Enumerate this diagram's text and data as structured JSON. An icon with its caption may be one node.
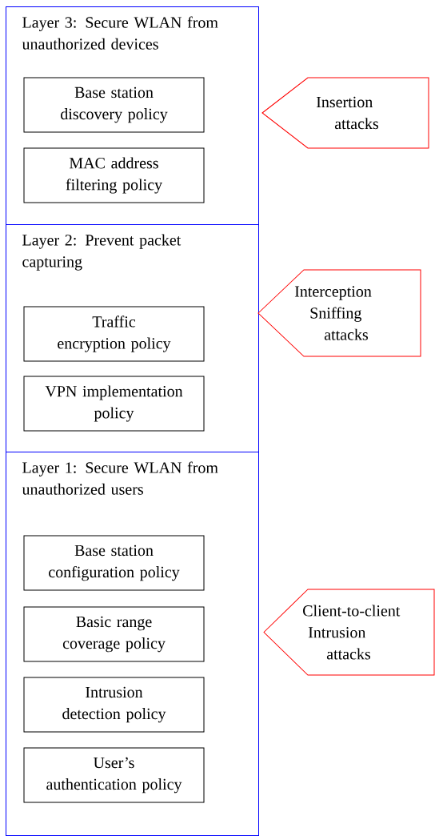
{
  "diagram": {
    "nodes": [
      {
        "text": [
          "Layer 3: Secure WLAN from unauthorized devices"
        ]
      },
      {
        "text": [
          "Base station discovery policy"
        ],
        "in": 0
      },
      {
        "text": [
          "MAC address filtering policy"
        ],
        "in": 0
      },
      {
        "text": [
          "Layer 2: Prevent packet capturing"
        ]
      },
      {
        "text": [
          "Traffic encryption policy"
        ],
        "in": 3
      },
      {
        "text": [
          "VPN implementation policy"
        ],
        "in": 3
      },
      {
        "text": [
          "Layer 1: Secure WLAN from unauthorized users"
        ]
      },
      {
        "text": [
          "Base station configuration policy"
        ],
        "in": 6
      },
      {
        "text": [
          "Basic range coverage policy"
        ],
        "in": 6
      },
      {
        "text": [
          "Intrusion detection policy"
        ],
        "in": 6
      },
      {
        "text": [
          "User’s authentication policy"
        ],
        "in": 6
      },
      {
        "text": [
          "Insertion attacks"
        ]
      },
      {
        "text": [
          "Interception Sniffing attacks"
        ]
      },
      {
        "text": [
          "Client-to-client Intrusion attacks"
        ]
      }
    ]
  }
}
